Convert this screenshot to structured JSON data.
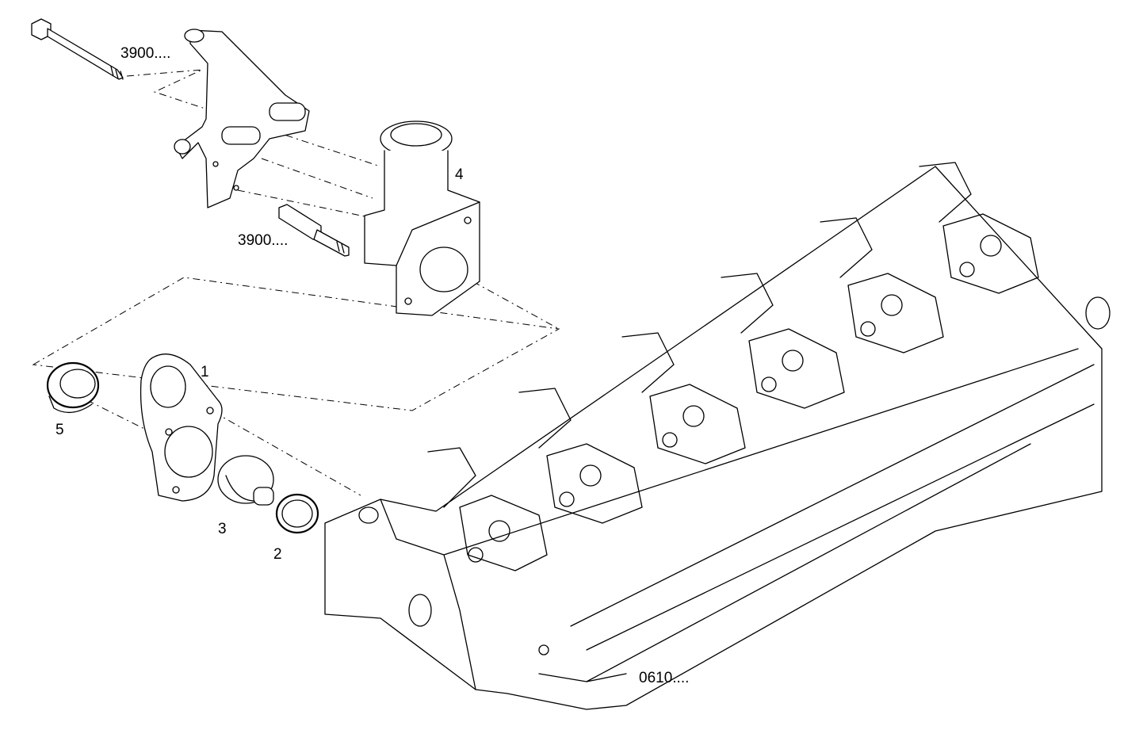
{
  "labels": {
    "ref_bolt": "3900....",
    "ref_stud": "3900....",
    "ref_head": "0610....",
    "item_1": "1",
    "item_2": "2",
    "item_3": "3",
    "item_4": "4",
    "item_5": "5"
  }
}
